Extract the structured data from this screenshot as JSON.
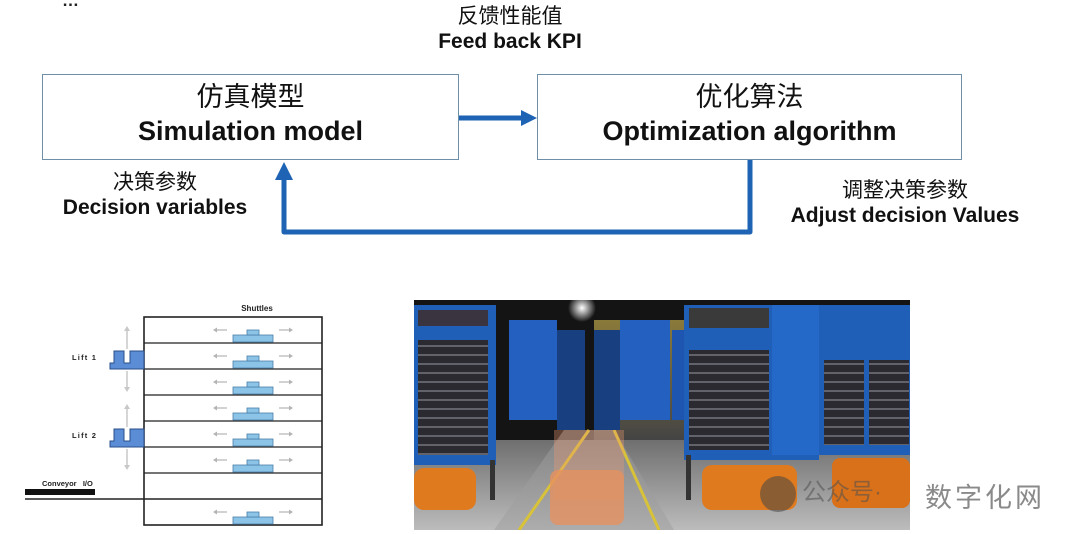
{
  "header_fragment": "…",
  "feedback": {
    "cn": "反馈性能值",
    "en": "Feed back KPI"
  },
  "simulation_box": {
    "cn": "仿真模型",
    "en": "Simulation model"
  },
  "optimization_box": {
    "cn": "优化算法",
    "en": "Optimization algorithm"
  },
  "decision": {
    "cn": "决策参数",
    "en": "Decision variables"
  },
  "adjust": {
    "cn": "调整决策参数",
    "en": "Adjust decision Values"
  },
  "colors": {
    "arrow": "#1e63b4",
    "box_border": "#6f8fa8",
    "lift_fill": "#5b8dd6",
    "shuttle_fill": "#8cc4e8",
    "shuttle_arrow": "#b4b4b4",
    "rack_line": "#222222",
    "watermark": "#8a8a8a"
  },
  "rack_diagram": {
    "title": "Shuttles",
    "rows": 8,
    "shuttle_rows": [
      1,
      2,
      3,
      4,
      5,
      6,
      8
    ],
    "lifts": [
      {
        "label": "Lift 1",
        "row": 2
      },
      {
        "label": "Lift 2",
        "row": 5
      }
    ],
    "conveyor_label": "Conveyor   I/O",
    "conveyor_row_boundary": 7
  },
  "photo": {
    "description": "Warehouse aisle with blue storage pods carried by orange mobile robots"
  },
  "watermark": {
    "brand": "数字化网",
    "prefix": "公众号·"
  }
}
